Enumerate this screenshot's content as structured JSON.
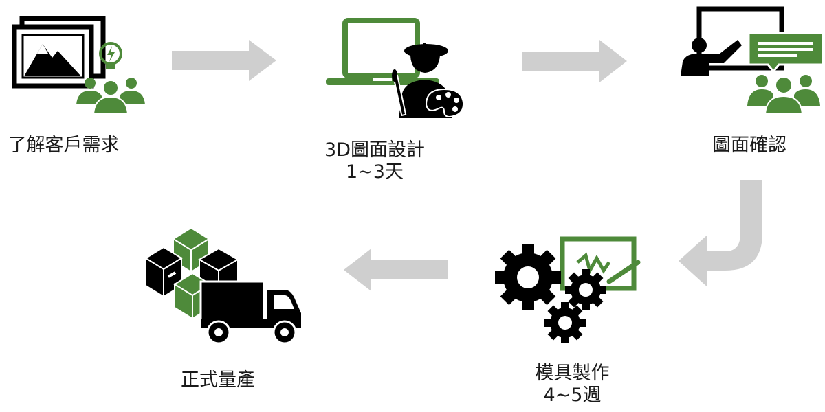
{
  "colors": {
    "accent": "#4e8a3a",
    "dark": "#000000",
    "arrow": "#cfcfcf",
    "text": "#1a1a1a"
  },
  "steps": [
    {
      "id": "requirements",
      "title": "了解客戶需求",
      "subtitle": "",
      "icon": "image-idea-group-icon"
    },
    {
      "id": "design",
      "title": "3D圖面設計",
      "subtitle": "1~3天",
      "icon": "laptop-painter-icon"
    },
    {
      "id": "confirm",
      "title": "圖面確認",
      "subtitle": "",
      "icon": "presentation-audience-icon"
    },
    {
      "id": "mold",
      "title": "模具製作",
      "subtitle": "4~5週",
      "icon": "gears-board-icon"
    },
    {
      "id": "production",
      "title": "正式量產",
      "subtitle": "",
      "icon": "boxes-truck-icon"
    }
  ],
  "flow": [
    {
      "from": "requirements",
      "to": "design",
      "direction": "right"
    },
    {
      "from": "design",
      "to": "confirm",
      "direction": "right"
    },
    {
      "from": "confirm",
      "to": "mold",
      "direction": "down-left"
    },
    {
      "from": "mold",
      "to": "production",
      "direction": "left"
    }
  ]
}
